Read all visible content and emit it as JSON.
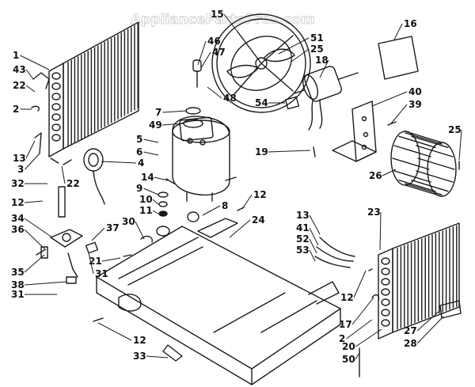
{
  "watermark": "AppliancePartsPros.com",
  "colors": {
    "ink": "#1a1a1a",
    "paper": "#ffffff",
    "watermark": "#cfcfcf"
  },
  "callouts": [
    {
      "id": "c1",
      "text": "1"
    },
    {
      "id": "c43",
      "text": "43"
    },
    {
      "id": "c22a",
      "text": "22"
    },
    {
      "id": "c2a",
      "text": "2"
    },
    {
      "id": "c13a",
      "text": "13"
    },
    {
      "id": "c3",
      "text": "3"
    },
    {
      "id": "c32",
      "text": "32"
    },
    {
      "id": "c22b",
      "text": "22"
    },
    {
      "id": "c12a",
      "text": "12"
    },
    {
      "id": "c34",
      "text": "34"
    },
    {
      "id": "c36",
      "text": "36"
    },
    {
      "id": "c35",
      "text": "35"
    },
    {
      "id": "c38",
      "text": "38"
    },
    {
      "id": "c31a",
      "text": "31"
    },
    {
      "id": "c37",
      "text": "37"
    },
    {
      "id": "c21",
      "text": "21"
    },
    {
      "id": "c31b",
      "text": "31"
    },
    {
      "id": "c30",
      "text": "30"
    },
    {
      "id": "c4",
      "text": "4"
    },
    {
      "id": "c5",
      "text": "5"
    },
    {
      "id": "c6",
      "text": "6"
    },
    {
      "id": "c7",
      "text": "7"
    },
    {
      "id": "c49",
      "text": "49"
    },
    {
      "id": "c14",
      "text": "14"
    },
    {
      "id": "c9",
      "text": "9"
    },
    {
      "id": "c10",
      "text": "10"
    },
    {
      "id": "c11",
      "text": "11"
    },
    {
      "id": "c8",
      "text": "8"
    },
    {
      "id": "c15",
      "text": "15"
    },
    {
      "id": "c46",
      "text": "46"
    },
    {
      "id": "c47",
      "text": "47"
    },
    {
      "id": "c48",
      "text": "48"
    },
    {
      "id": "c16",
      "text": "16"
    },
    {
      "id": "c51",
      "text": "51"
    },
    {
      "id": "c25a",
      "text": "25"
    },
    {
      "id": "c18",
      "text": "18"
    },
    {
      "id": "c54",
      "text": "54"
    },
    {
      "id": "c19",
      "text": "19"
    },
    {
      "id": "c40",
      "text": "40"
    },
    {
      "id": "c39",
      "text": "39"
    },
    {
      "id": "c25b",
      "text": "25"
    },
    {
      "id": "c26",
      "text": "26"
    },
    {
      "id": "c12b",
      "text": "12"
    },
    {
      "id": "c24",
      "text": "24"
    },
    {
      "id": "c13b",
      "text": "13"
    },
    {
      "id": "c41",
      "text": "41"
    },
    {
      "id": "c52",
      "text": "52"
    },
    {
      "id": "c53",
      "text": "53"
    },
    {
      "id": "c23",
      "text": "23"
    },
    {
      "id": "c12c",
      "text": "12"
    },
    {
      "id": "c17",
      "text": "17"
    },
    {
      "id": "c2b",
      "text": "2"
    },
    {
      "id": "c20",
      "text": "20"
    },
    {
      "id": "c50",
      "text": "50"
    },
    {
      "id": "c27",
      "text": "27"
    },
    {
      "id": "c28",
      "text": "28"
    },
    {
      "id": "c12d",
      "text": "12"
    },
    {
      "id": "c33",
      "text": "33"
    }
  ]
}
